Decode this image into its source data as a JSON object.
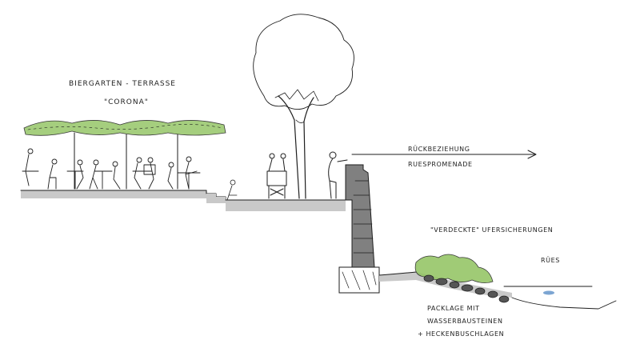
{
  "labels": {
    "title_line1": "BIERGARTEN - TERRASSE",
    "title_line2": "\"CORONA\"",
    "arrow_line1": "RÜCKBEZIEHUNG",
    "arrow_line2": "RUESPROMENADE",
    "hidden_bank": "\"VERDECKTE\" UFERSICHERUNGEN",
    "river": "RÜES",
    "pack_line1": "PACKLAGE MIT",
    "pack_line2": "WASSERBAUSTEINEN",
    "pack_line3": "+ HECKENBUSCHLAGEN"
  },
  "colors": {
    "ink": "#1e1e1e",
    "ground": "#c9c9c9",
    "wall": "#555555",
    "foliage": "#8fc25e",
    "water": "#5b8fc7"
  }
}
